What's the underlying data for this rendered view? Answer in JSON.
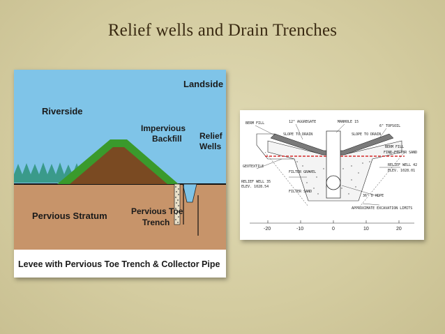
{
  "slide": {
    "title": "Relief wells and Drain Trenches"
  },
  "levee_diagram": {
    "labels": {
      "landside": "Landside",
      "riverside": "Riverside",
      "impervious_backfill": "Impervious Backfill",
      "relief_wells": "Relief Wells",
      "pervious_stratum": "Pervious Stratum",
      "pervious_toe_trench": "Pervious Toe Trench"
    },
    "caption": "Levee with Pervious Toe Trench & Collector Pipe",
    "colors": {
      "sky": "#7fc4e8",
      "soil": "#c7946a",
      "levee_core": "#7a4a22",
      "levee_cover": "#3a9a2c",
      "trees": "#3a9a8a"
    }
  },
  "trench_diagram": {
    "annotations": {
      "berm_fill_left": "BERM FILL",
      "aggregate": "12\" AGGREGATE",
      "manhole": "MANHOLE 15",
      "topsoil": "6\" TOPSOIL",
      "slope_left": "SLOPE TO DRAIN",
      "slope_right": "SLOPE TO DRAIN",
      "berm_fill_right": "BERM FILL",
      "fine_filter_sand": "FINE FILTER SAND",
      "geotextile": "GEOTEXTILE",
      "filter_gravel": "FILTER GRAVEL",
      "relief_well_left": "RELIEF WELL 35",
      "elev_left": "ELEV. 1028.54",
      "filter_sand": "FILTER SAND",
      "relief_well_right": "RELIEF WELL 42",
      "elev_right": "ELEV. 1028.01",
      "hdpe": "36\" D HDPE",
      "excavation_limits": "APPROXIMATE EXCAVATION LIMITS"
    },
    "axis_ticks": [
      "-20",
      "-10",
      "0",
      "10",
      "20"
    ]
  }
}
